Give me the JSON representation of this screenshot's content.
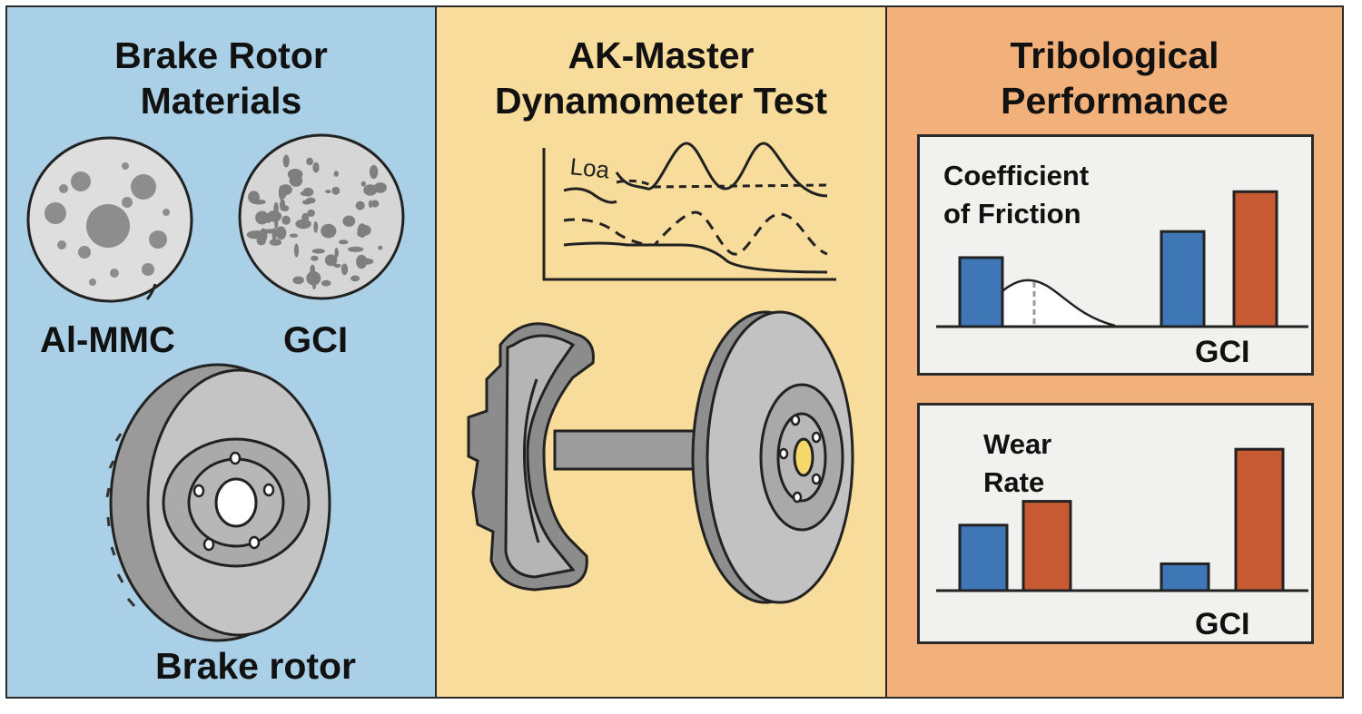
{
  "colors": {
    "panel_blue": "#a9d0e6",
    "panel_yellow": "#f8dc9b",
    "panel_orange": "#f2b07a",
    "bar_blue": "#3f76b5",
    "bar_orange": "#c75a33",
    "metal_gray": "#b9b9b9",
    "outline": "#2a2a2a"
  },
  "panels": [
    {
      "title_lines": [
        "Brake Rotor",
        "Materials"
      ],
      "samples": [
        {
          "label": "Al-MMC",
          "icon": "al-mmc-microstructure-icon"
        },
        {
          "label": "GCI",
          "icon": "gci-microstructure-icon"
        }
      ],
      "rotor_label": "Brake rotor"
    },
    {
      "title_lines": [
        "AK-Master",
        "Dynamometer Test"
      ],
      "graph_label": "Loa",
      "icons": [
        "load-graph-icon",
        "caliper-icon",
        "dynamometer-shaft-icon",
        "brake-disc-icon"
      ]
    },
    {
      "title_lines": [
        "Tribological",
        "Performance"
      ],
      "charts": [
        {
          "label_lines": [
            "Coefficient",
            "of Friction"
          ],
          "category_label": "GCI"
        },
        {
          "label_lines": [
            "Wear",
            "Rate"
          ],
          "category_label": "GCI"
        }
      ]
    }
  ],
  "chart_data": [
    {
      "type": "bar",
      "title": "Coefficient of Friction",
      "categories": [
        "",
        "GCI"
      ],
      "series": [
        {
          "values": [
            0.45,
            0.62
          ]
        },
        {
          "values": [
            null,
            0.88
          ]
        }
      ],
      "ylim": [
        0,
        1
      ]
    },
    {
      "type": "bar",
      "title": "Wear Rate",
      "categories": [
        "",
        "GCI"
      ],
      "series": [
        {
          "values": [
            0.44,
            0.18
          ]
        },
        {
          "values": [
            0.6,
            0.95
          ]
        }
      ],
      "ylim": [
        0,
        1
      ]
    }
  ]
}
